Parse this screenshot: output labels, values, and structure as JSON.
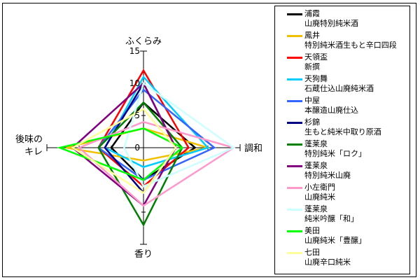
{
  "chart_data": {
    "type": "radar",
    "axes": [
      "ふくらみ",
      "調和",
      "香り",
      "後味の\nキレ"
    ],
    "tick_labels": [
      "0",
      "5",
      "10",
      "15"
    ],
    "rmax": 15,
    "grid": false,
    "legend_position": "right",
    "series": [
      {
        "name": "浦霞",
        "subname": "山廃特別純米酒",
        "color": "#000000",
        "values": [
          7,
          8,
          5,
          5
        ]
      },
      {
        "name": "鳳井",
        "subname": "特別純米酒生もと辛口四段",
        "color": "#f0c000",
        "values": [
          3,
          10,
          2,
          12
        ]
      },
      {
        "name": "天領盃",
        "subname": "新撰",
        "color": "#ff0000",
        "values": [
          12,
          7,
          6,
          7
        ]
      },
      {
        "name": "天狗舞",
        "subname": "石蔵仕込山廃純米酒",
        "color": "#00ccff",
        "values": [
          11,
          10,
          3,
          6
        ]
      },
      {
        "name": "中屋",
        "subname": "本醸造山廃仕込",
        "color": "#3366ff",
        "values": [
          9,
          11,
          5,
          7
        ]
      },
      {
        "name": "杉錦",
        "subname": "生もと純米中取り原酒",
        "color": "#000080",
        "values": [
          10,
          5,
          7,
          6
        ]
      },
      {
        "name": "蓬莱泉",
        "subname": "特別純米「ロク」",
        "color": "#008000",
        "values": [
          7,
          6,
          12,
          7
        ]
      },
      {
        "name": "蓬莱泉",
        "subname": "特別純米山廃",
        "color": "#800080",
        "values": [
          10,
          5,
          9,
          11
        ]
      },
      {
        "name": "小左衛門",
        "subname": "山廃純米",
        "color": "#ff99cc",
        "values": [
          4,
          14,
          9,
          10
        ]
      },
      {
        "name": "蓬莱泉",
        "subname": "純米吟醸「和」",
        "color": "#ccffff",
        "values": [
          10,
          14,
          6,
          3
        ]
      },
      {
        "name": "美田",
        "subname": "山廃純米「豊醸」",
        "color": "#00ff00",
        "values": [
          3,
          6,
          5,
          13
        ]
      },
      {
        "name": "七田",
        "subname": "山廃辛口純米",
        "color": "#ffff99",
        "values": [
          6,
          5,
          7,
          11
        ]
      }
    ]
  }
}
